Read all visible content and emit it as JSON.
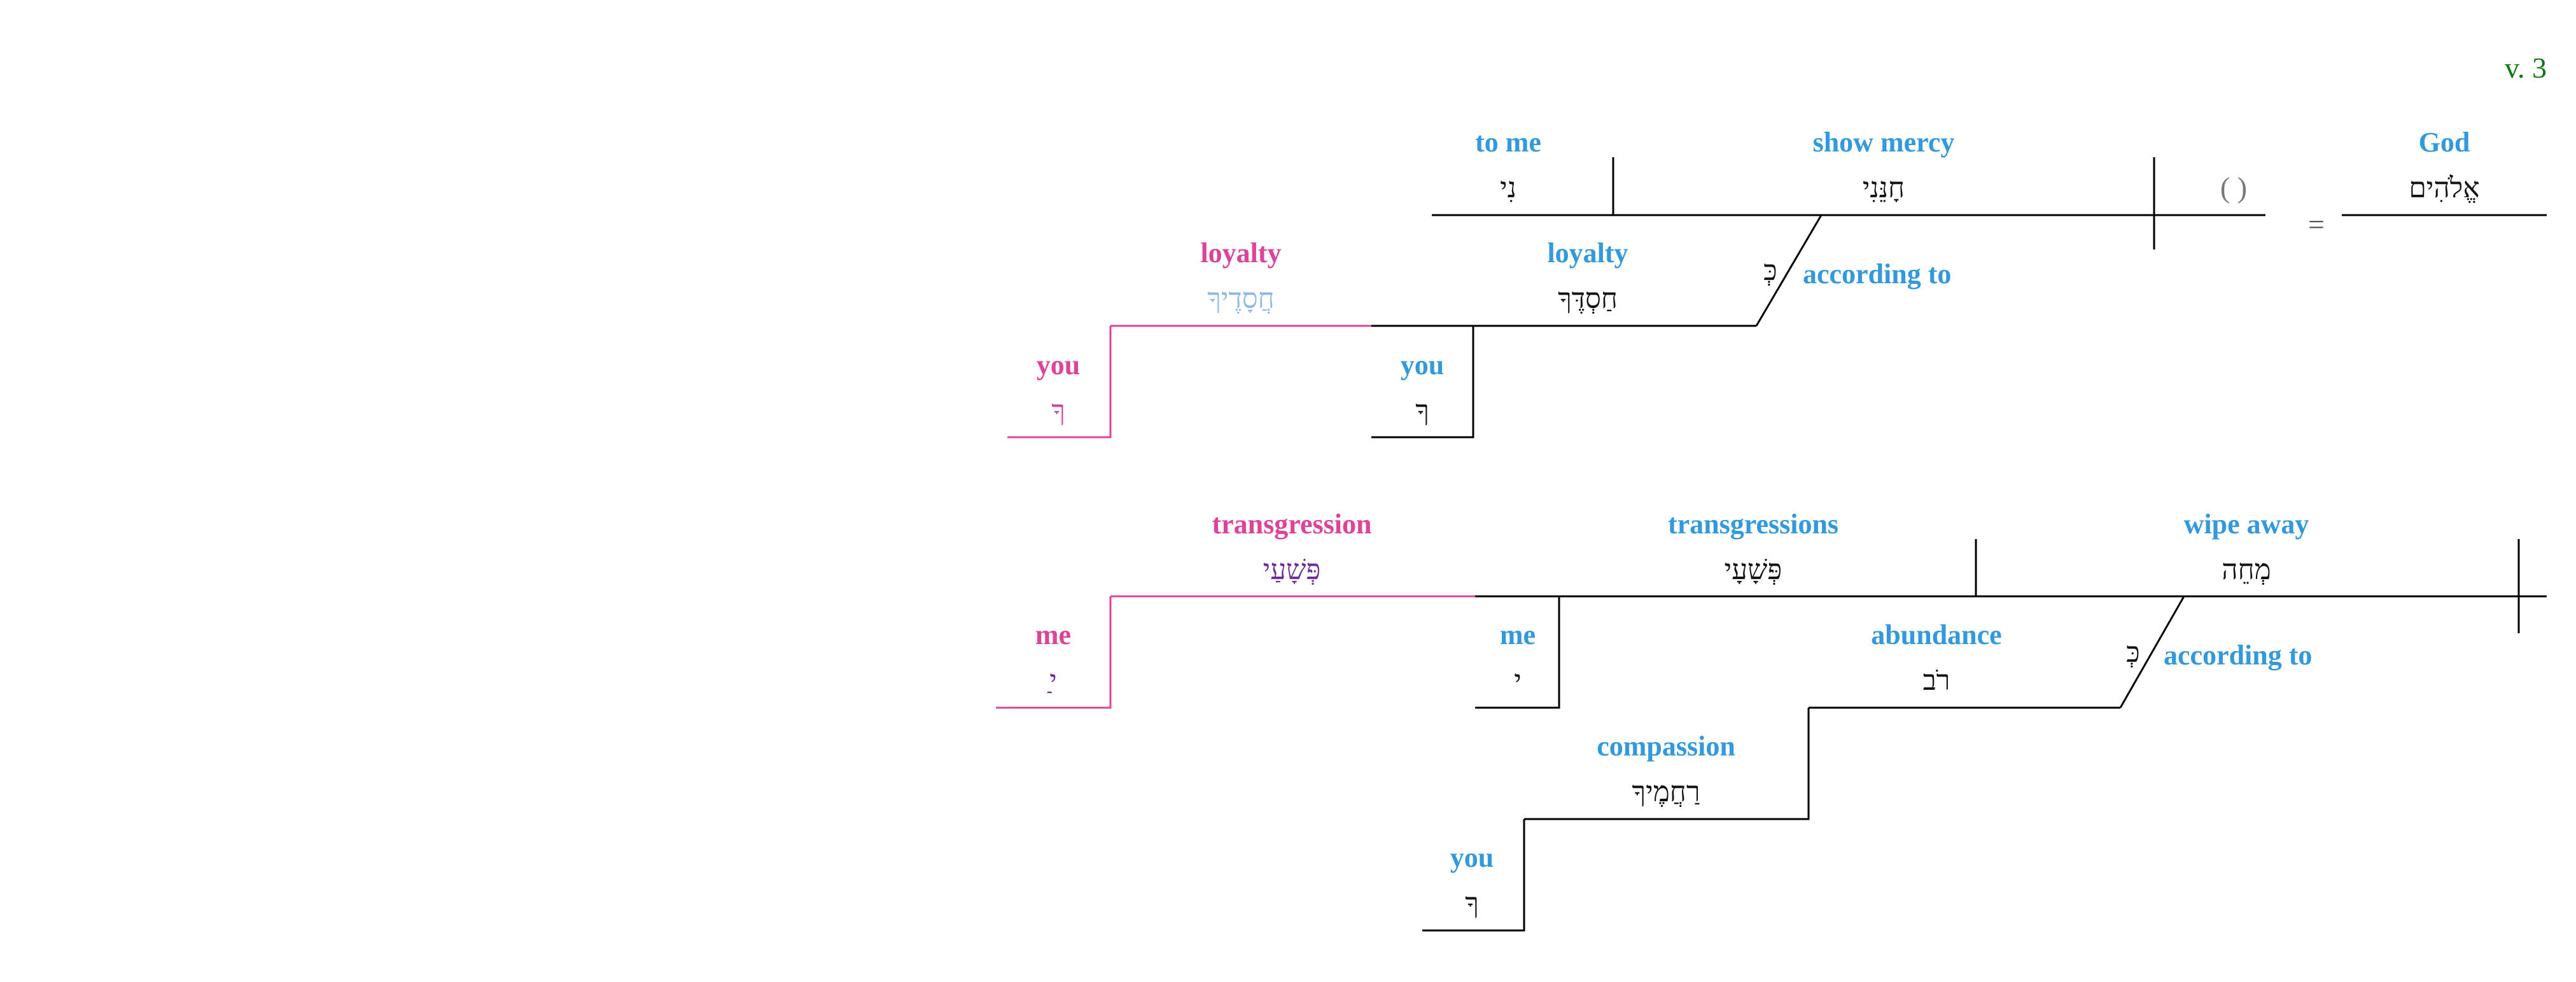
{
  "verse_label": "v. 3",
  "colors": {
    "line": "#000000",
    "gloss_blue": "#3399dd",
    "gloss_pink": "#dd4499",
    "hebrew_black": "#111111",
    "hebrew_gray": "#777777",
    "hebrew_lightblue": "#8fb8e6",
    "hebrew_purple": "#6a2c9e",
    "hebrew_pink": "#cc4499",
    "verse_green": "#117711"
  },
  "clause1": {
    "subject": {
      "gloss": "God",
      "hebrew": "אֱלֹהִים"
    },
    "equals": "=",
    "implied_subject": "( )",
    "verb": {
      "gloss": "show mercy",
      "hebrew": "חָנֵּנִי"
    },
    "object": {
      "gloss": "to me",
      "hebrew": "נִי"
    },
    "preposition": {
      "gloss": "according to",
      "hebrew": "כְּ"
    },
    "prep_object": {
      "gloss": "loyalty",
      "hebrew": "חַסְדֶּךָ"
    },
    "prep_object_modifier": {
      "gloss": "you",
      "hebrew": "ךָ"
    },
    "parallel_noun": {
      "gloss": "loyalty",
      "hebrew": "חֲסָדֶיךָ"
    },
    "parallel_modifier": {
      "gloss": "you",
      "hebrew": "ךָ"
    }
  },
  "clause2": {
    "verb": {
      "gloss": "wipe away",
      "hebrew": "מְחֵה"
    },
    "object": {
      "gloss": "transgressions",
      "hebrew": "פְּשָׁעָי"
    },
    "object_modifier": {
      "gloss": "me",
      "hebrew": "י"
    },
    "parallel_noun": {
      "gloss": "transgression",
      "hebrew": "פְּשָׁעַי"
    },
    "parallel_modifier": {
      "gloss": "me",
      "hebrew": "ַי"
    },
    "preposition": {
      "gloss": "according to",
      "hebrew": "כְּ"
    },
    "prep_object": {
      "gloss": "abundance",
      "hebrew": "רֹב"
    },
    "prep_object_modifier": {
      "gloss": "compassion",
      "hebrew": "רַחֲמֶיךָ"
    },
    "nested_modifier": {
      "gloss": "you",
      "hebrew": "ךָ"
    }
  }
}
